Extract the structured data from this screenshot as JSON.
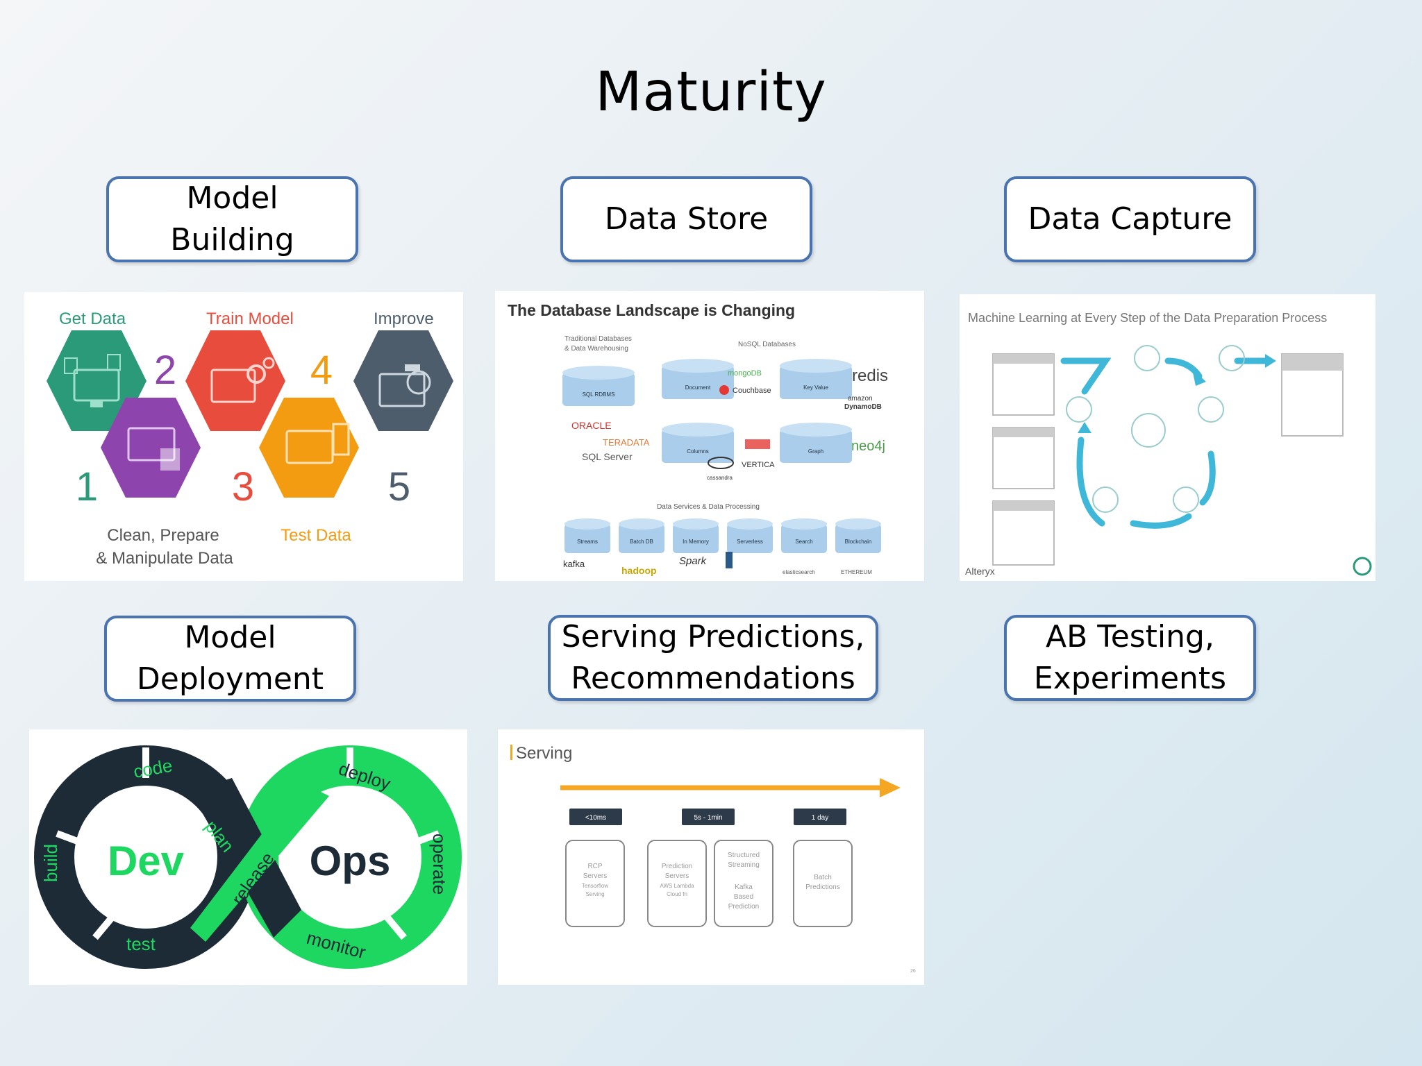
{
  "slide": {
    "title": "Maturity"
  },
  "labels": {
    "model_building": [
      "Model",
      "Building"
    ],
    "data_store": [
      "Data Store"
    ],
    "data_capture": [
      "Data Capture"
    ],
    "model_deployment": [
      "Model",
      "Deployment"
    ],
    "serving": [
      "Serving Predictions,",
      "Recommendations"
    ],
    "ab_testing": [
      "AB Testing,",
      "Experiments"
    ]
  },
  "hex_panel": {
    "get_data": "Get Data",
    "train_model": "Train Model",
    "improve": "Improve",
    "clean": "Clean, Prepare",
    "manipulate": "& Manipulate Data",
    "test_data": "Test Data",
    "n1": "1",
    "n2": "2",
    "n3": "3",
    "n4": "4",
    "n5": "5",
    "colors": [
      "#2a9a79",
      "#8e44ad",
      "#e74c3c",
      "#f39c12",
      "#4e5d6c"
    ]
  },
  "db_panel": {
    "title": "The Database Landscape is Changing",
    "traditional": "Traditional Databases",
    "warehousing": "& Data Warehousing",
    "nosql": "NoSQL Databases",
    "sql_rdbms": "SQL RDBMS",
    "oracle": "ORACLE",
    "teradata": "TERADATA",
    "sql_server": "SQL Server",
    "document": "Document",
    "key_value": "Key Value",
    "columns": "Columns",
    "graph": "Graph",
    "mongodb": "mongoDB",
    "couchbase": "Couchbase",
    "redis": "redis",
    "amazon": "amazon",
    "dynamodb": "DynamoDB",
    "neo4j": "neo4j",
    "vertica": "VERTICA",
    "cassandra": "cassandra",
    "services": "Data Services & Data Processing",
    "streams": "Streams",
    "batch": "Batch DB",
    "inmemory": "In Memory",
    "serverless": "Serverless",
    "search": "Search",
    "blockchain": "Blockchain",
    "kafka": "kafka",
    "hadoop": "hadoop",
    "spark": "Spark",
    "elastic": "elasticsearch",
    "ethereum": "ETHEREUM"
  },
  "capture_panel": {
    "title": "Machine Learning at Every Step of the Data Preparation Process",
    "brand": "Alteryx"
  },
  "devops_panel": {
    "dev": "Dev",
    "ops": "Ops",
    "code": "code",
    "build": "build",
    "test": "test",
    "plan": "plan",
    "release": "release",
    "deploy": "deploy",
    "operate": "operate",
    "monitor": "monitor",
    "dark": "#1c2b36",
    "green": "#1ed760"
  },
  "serving_panel": {
    "title": "Serving",
    "badges": [
      "<10ms",
      "5s - 1min",
      "1 day"
    ],
    "boxes": [
      [
        "RCP",
        "Servers",
        "Tensorflow",
        "Serving"
      ],
      [
        "Prediction",
        "Servers",
        "AWS Lambda",
        "Cloud fn"
      ],
      [
        "Structured",
        "Streaming",
        "Kafka",
        "Based",
        "Prediction"
      ],
      [
        "Batch",
        "Predictions"
      ]
    ],
    "page": "26",
    "accent": "#f5a623"
  }
}
